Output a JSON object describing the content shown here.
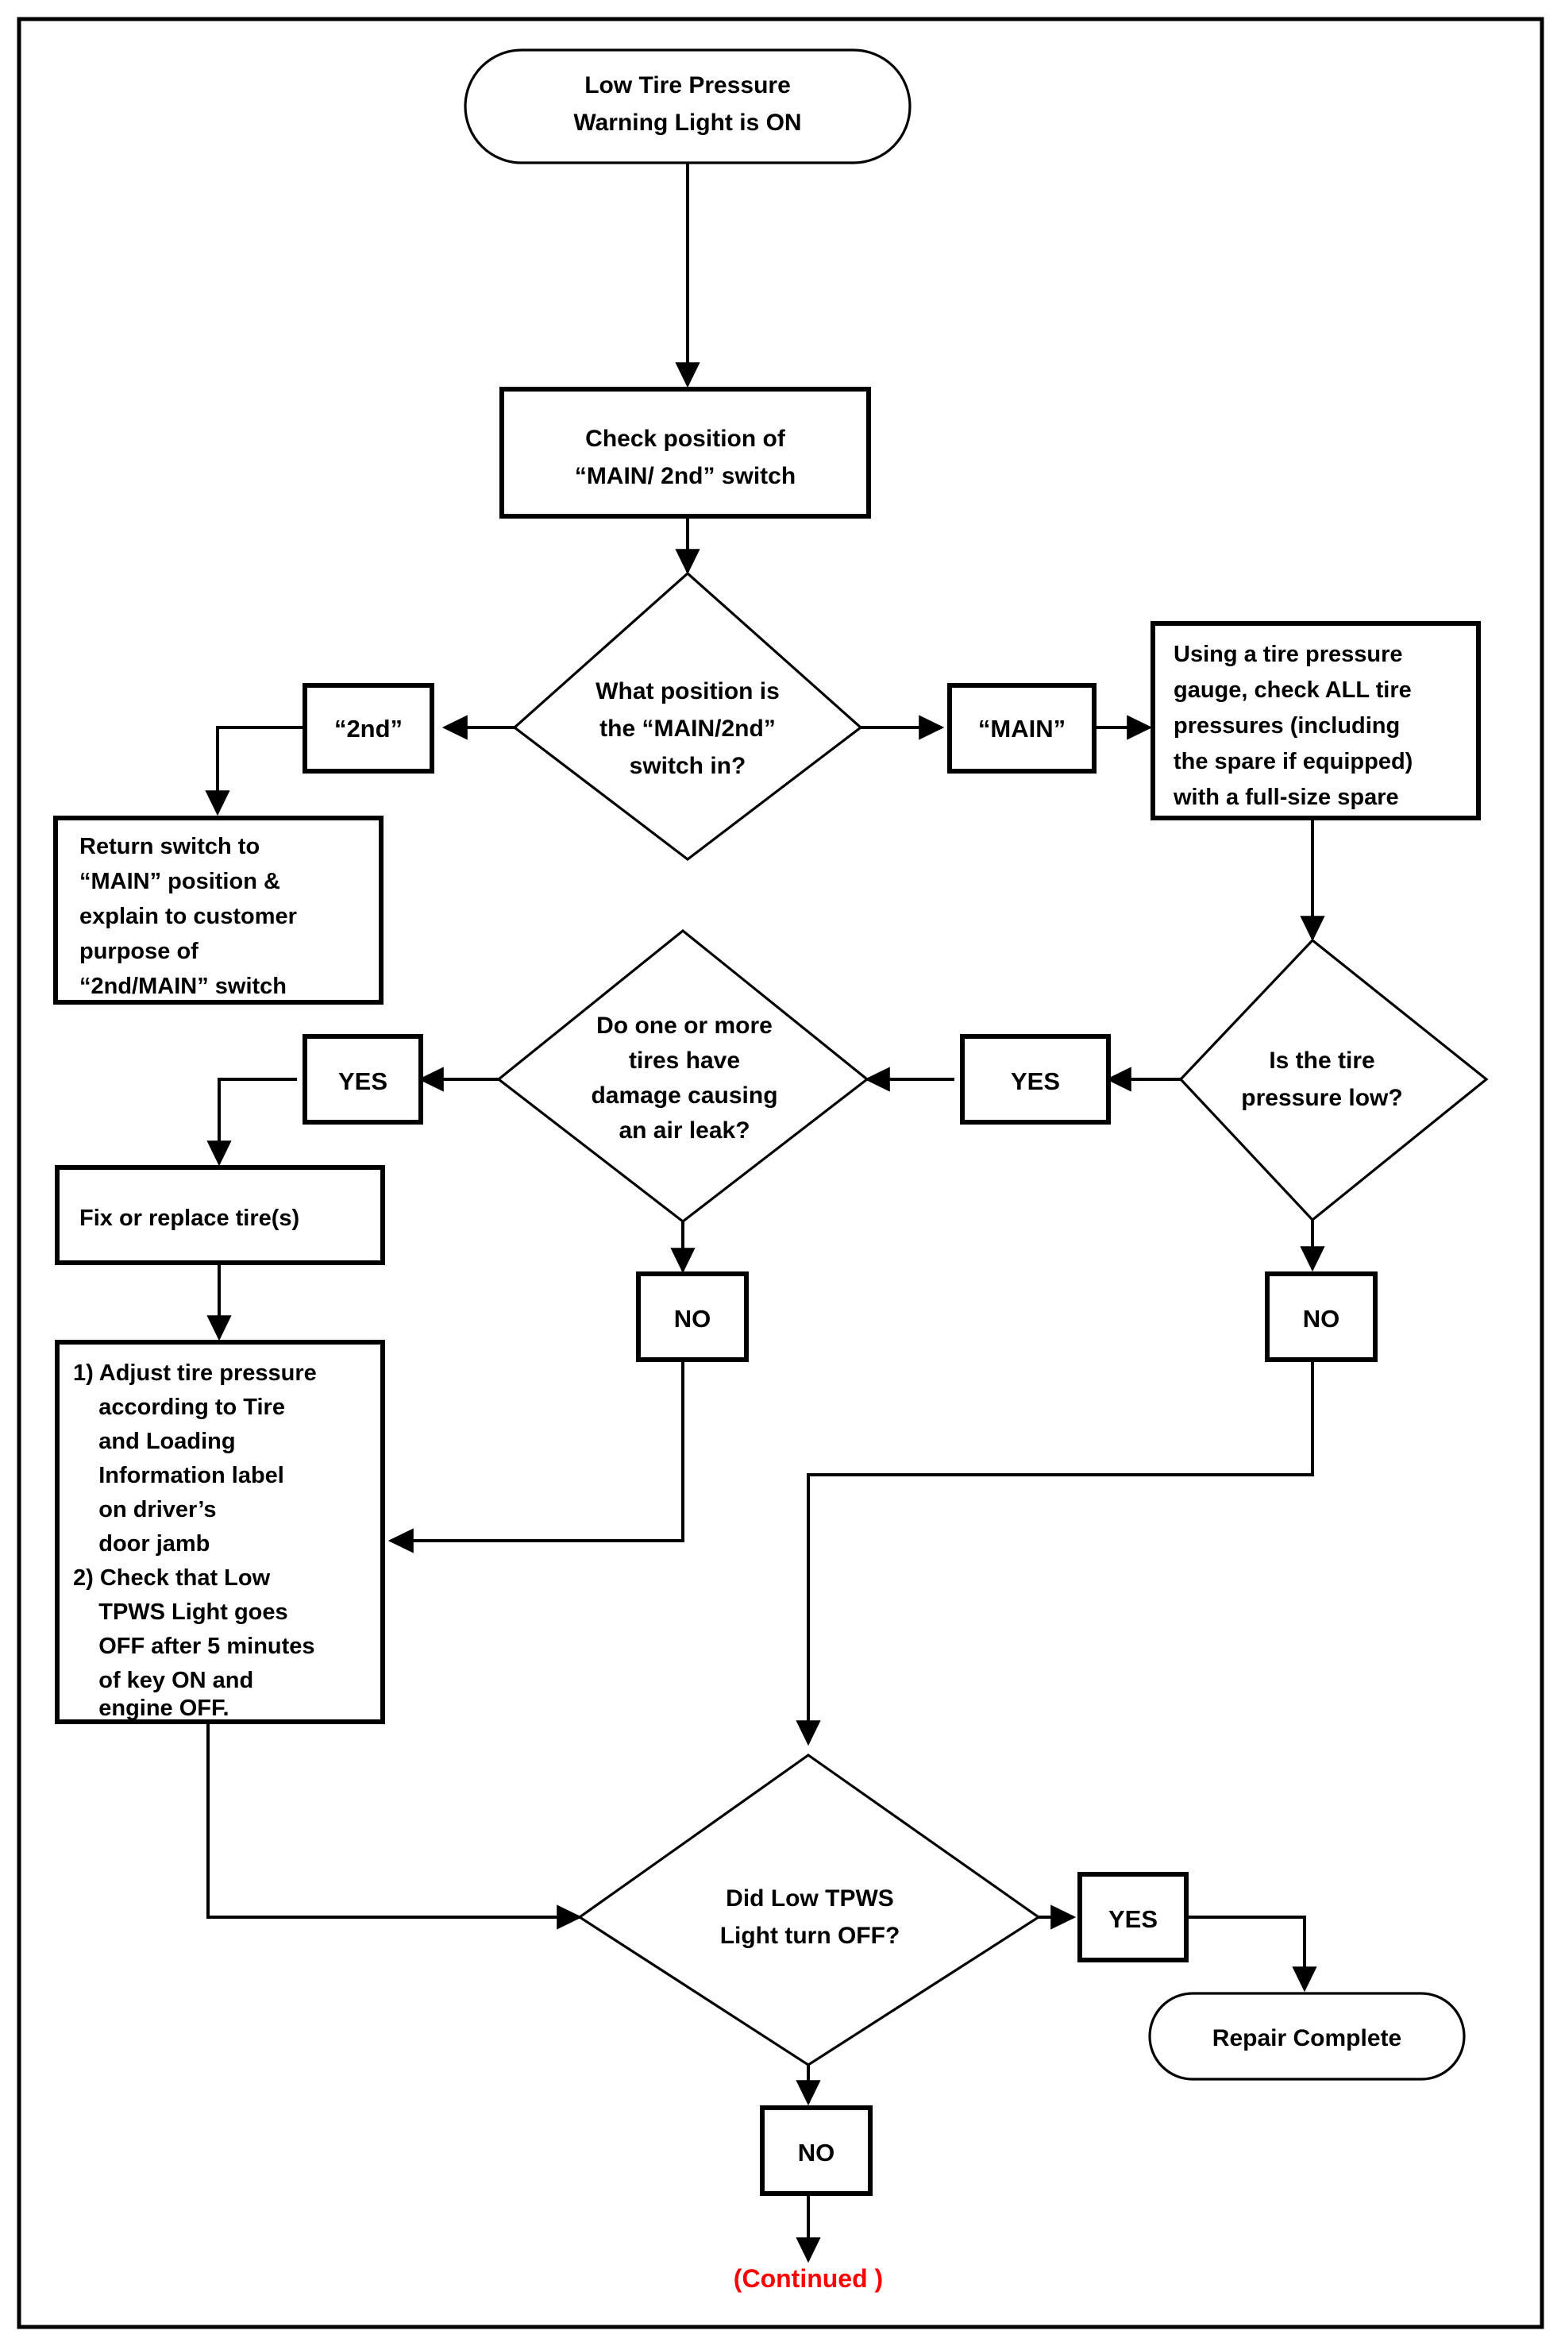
{
  "diagram": {
    "title": "Low Tire Pressure Warning Light Diagnostic Flowchart",
    "type": "flowchart",
    "accent_colors": {
      "line": "#000000",
      "continued": "#ff0000",
      "background": "#ffffff"
    },
    "nodes": {
      "start": {
        "shape": "terminator",
        "lines": [
          "Low Tire Pressure",
          "Warning Light is ON"
        ]
      },
      "check_switch": {
        "shape": "process",
        "lines": [
          "Check position of",
          "“MAIN/ 2nd” switch"
        ]
      },
      "q_position": {
        "shape": "decision",
        "lines": [
          "What position is",
          "the “MAIN/2nd”",
          "switch in?"
        ]
      },
      "lbl_2nd": {
        "shape": "label-box",
        "text": "“2nd”"
      },
      "lbl_main": {
        "shape": "label-box",
        "text": "“MAIN”"
      },
      "return_switch": {
        "shape": "process",
        "lines": [
          "Return switch to",
          "“MAIN” position &",
          "explain to customer",
          "purpose of",
          "“2nd/MAIN” switch"
        ]
      },
      "use_gauge": {
        "shape": "process",
        "lines": [
          "Using a tire pressure",
          "gauge, check ALL tire",
          "pressures (including",
          "the spare if equipped)",
          "with a full-size spare"
        ]
      },
      "q_pressure_low": {
        "shape": "decision",
        "lines": [
          "Is the tire",
          "pressure low?"
        ]
      },
      "lbl_yes_pressure": {
        "shape": "label-box",
        "text": "YES"
      },
      "lbl_no_pressure": {
        "shape": "label-box",
        "text": "NO"
      },
      "q_damage": {
        "shape": "decision",
        "lines": [
          "Do one or more",
          "tires have",
          "damage causing",
          "an air leak?"
        ]
      },
      "lbl_yes_damage": {
        "shape": "label-box",
        "text": "YES"
      },
      "lbl_no_damage": {
        "shape": "label-box",
        "text": "NO"
      },
      "fix_tires": {
        "shape": "process",
        "lines": [
          "Fix or replace tire(s)"
        ]
      },
      "adjust_steps": {
        "shape": "process",
        "lines": [
          "1) Adjust tire pressure",
          "    according to Tire",
          "    and Loading",
          "    Information label",
          "    on driver’s",
          "    door jamb",
          "2) Check that Low",
          "    TPWS Light goes",
          "    OFF after 5 minutes",
          "    of key ON and",
          "    engine OFF."
        ]
      },
      "q_light_off": {
        "shape": "decision",
        "lines": [
          "Did Low TPWS",
          "Light turn OFF?"
        ]
      },
      "lbl_yes_light": {
        "shape": "label-box",
        "text": "YES"
      },
      "lbl_no_light": {
        "shape": "label-box",
        "text": "NO"
      },
      "repair_complete": {
        "shape": "terminator",
        "text": "Repair Complete"
      },
      "continued": {
        "shape": "annotation",
        "text": "(Continued )"
      }
    }
  }
}
